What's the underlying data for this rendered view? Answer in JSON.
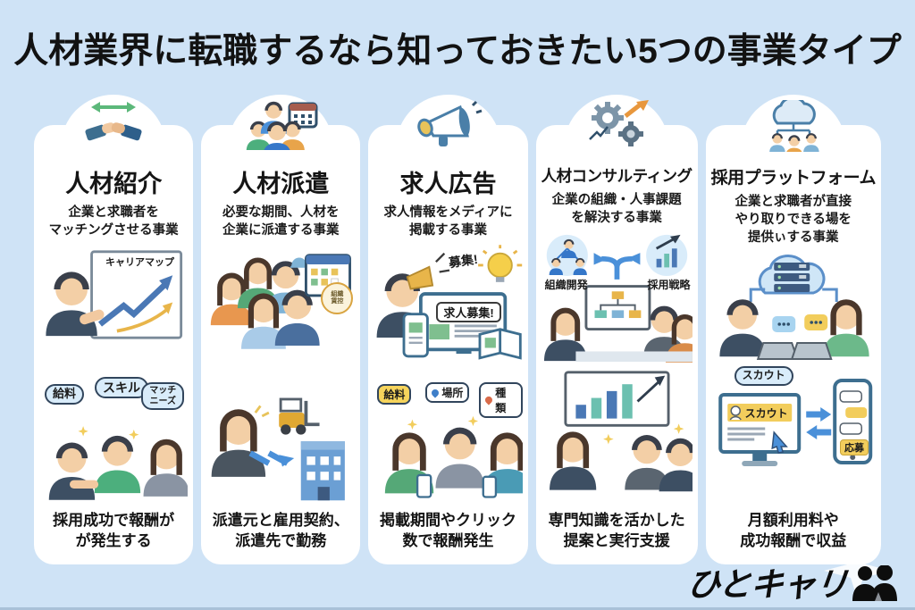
{
  "page": {
    "title": "人材業界に転職するなら知っておきたい5つの事業タイプ",
    "logo_text": "ひとキャリ",
    "logo_icon": "people-silhouette-icon",
    "colors": {
      "background": "#cfe3f6",
      "card": "#ffffff",
      "accent_blue": "#4a90d9",
      "accent_yellow": "#f2cd5c",
      "text": "#141414"
    }
  },
  "cards": [
    {
      "icon": "handshake-exchange-icon",
      "title": "人材紹介",
      "subtitle": "企業と求職者を\nマッチングさせる事業",
      "art": {
        "board_label": "キャリアマップ",
        "bubble_1": "給料",
        "bubble_2": "スキル",
        "bubble_3": "マッチ\nニーズ"
      },
      "caption": "採用成功で報酬が\nが発生する"
    },
    {
      "icon": "people-calendar-icon",
      "title": "人材派遣",
      "subtitle": "必要な期間、人材を\n企業に派遣する事業",
      "art": {
        "calendar_badge": "組織\n賃控"
      },
      "caption": "派遣元と雇用契約、\n派遣先で勤務"
    },
    {
      "icon": "megaphone-icon",
      "title": "求人広告",
      "subtitle": "求人情報をメディアに\n掲載する事業",
      "art": {
        "shout_label": "募集!",
        "screen_label": "求人募集!",
        "tag_1": "給料",
        "tag_2": "場所",
        "tag_3": "種類"
      },
      "caption": "掲載期間やクリック\n数で報酬発生"
    },
    {
      "icon": "gears-growth-icon",
      "title": "人材コンサルティング",
      "subtitle": "企業の組織・人事課題\nを解決する事業",
      "art": {
        "label_left": "組織開発",
        "label_right": "採用戦略"
      },
      "caption": "専門知識を活かした\n提案と実行支援"
    },
    {
      "icon": "cloud-network-icon",
      "title": "採用プラットフォーム",
      "subtitle": "企業と求職者が直接\nやり取りできる場を\n提供ぃする事業",
      "art": {
        "scout_bubble": "スカウト",
        "scout_banner": "スカウト",
        "apply_tag": "応募"
      },
      "caption": "月額利用料や\n成功報酬で収益"
    }
  ]
}
